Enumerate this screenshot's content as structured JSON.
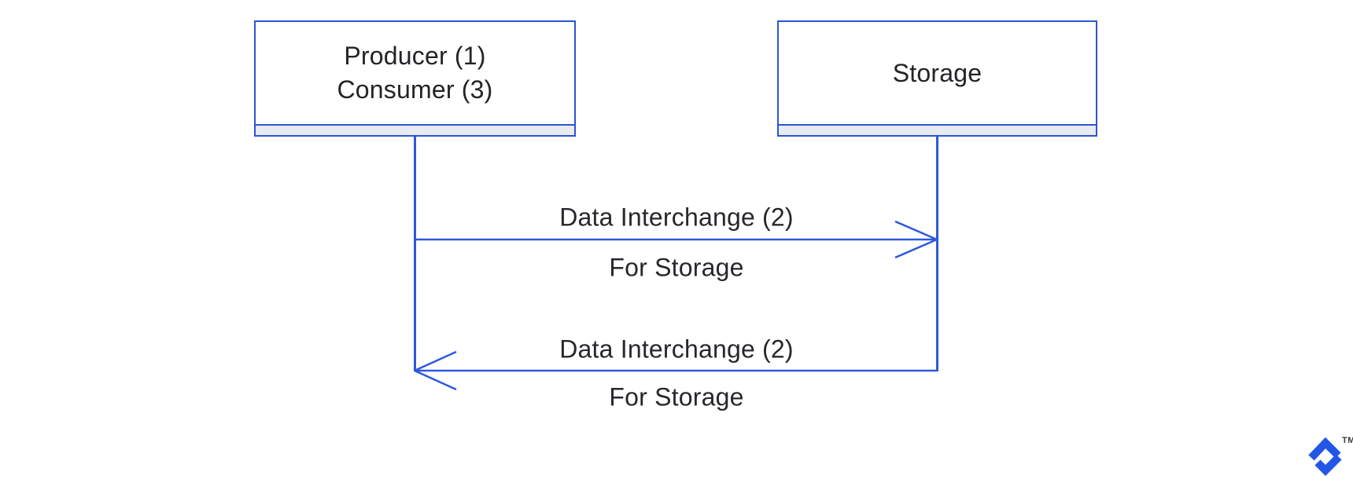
{
  "diagram": {
    "type": "sequence-diagram",
    "actors": [
      {
        "id": "producer-consumer",
        "line1": "Producer (1)",
        "line2": "Consumer (3)"
      },
      {
        "id": "storage",
        "line1": "Storage"
      }
    ],
    "messages": [
      {
        "from": "producer-consumer",
        "to": "storage",
        "direction": "right",
        "label": "Data Interchange (2)",
        "sublabel": "For Storage"
      },
      {
        "from": "storage",
        "to": "producer-consumer",
        "direction": "left",
        "label": "Data Interchange (2)",
        "sublabel": "For Storage"
      }
    ]
  },
  "branding": {
    "logo_icon": "toptal-logo-icon",
    "trademark": "TM"
  },
  "colors": {
    "diagram_stroke": "#2B56CE",
    "arrow_stroke": "#2E59DC",
    "actor_strip_fill": "#E8EBF1",
    "text": "#222427",
    "logo_blue": "#2257E6",
    "background": "#FFFFFF"
  }
}
